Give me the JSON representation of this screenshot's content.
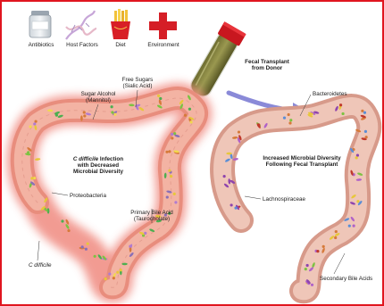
{
  "factors": [
    {
      "label": "Antibiotics",
      "icon": "pill-bottle-icon"
    },
    {
      "label": "Host Factors",
      "icon": "dna-icon"
    },
    {
      "label": "Diet",
      "icon": "french-fries-icon"
    },
    {
      "label": "Environment",
      "icon": "red-cross-icon"
    }
  ],
  "transplant": {
    "line1": "Fecal Transplant",
    "line2": "from Donor"
  },
  "left_colon": {
    "sugar_alcohol": {
      "line1": "Sugar Alcohol",
      "line2": "(Mannitol)"
    },
    "free_sugars": {
      "line1": "Free Sugars",
      "line2": "(Sialic Acid)"
    },
    "center": {
      "line1_italic": "C difficile",
      "line1_rest": " Infection",
      "line2": "with Decreased",
      "line3": "Microbial Diversity"
    },
    "proteobacteria": "Proteobacteria",
    "bile_acid": {
      "line1": "Primary Bile Acid",
      "line2": "(Taurocholate)"
    },
    "c_difficile": "C difficile"
  },
  "right_colon": {
    "bacteroidetes": "Bacteroidetes",
    "center": {
      "line1": "Increased Microbial Diversity",
      "line2": "Following Fecal Transplant"
    },
    "lachnospiraceae": "Lachnospiraceae",
    "secondary_bile": "Secondary Bile Acids"
  },
  "colors": {
    "frame": "#e0161f",
    "inflamed_colon": "#e9907f",
    "healthy_colon": "#e9b7a6",
    "arrow": "#7f7fd2"
  }
}
